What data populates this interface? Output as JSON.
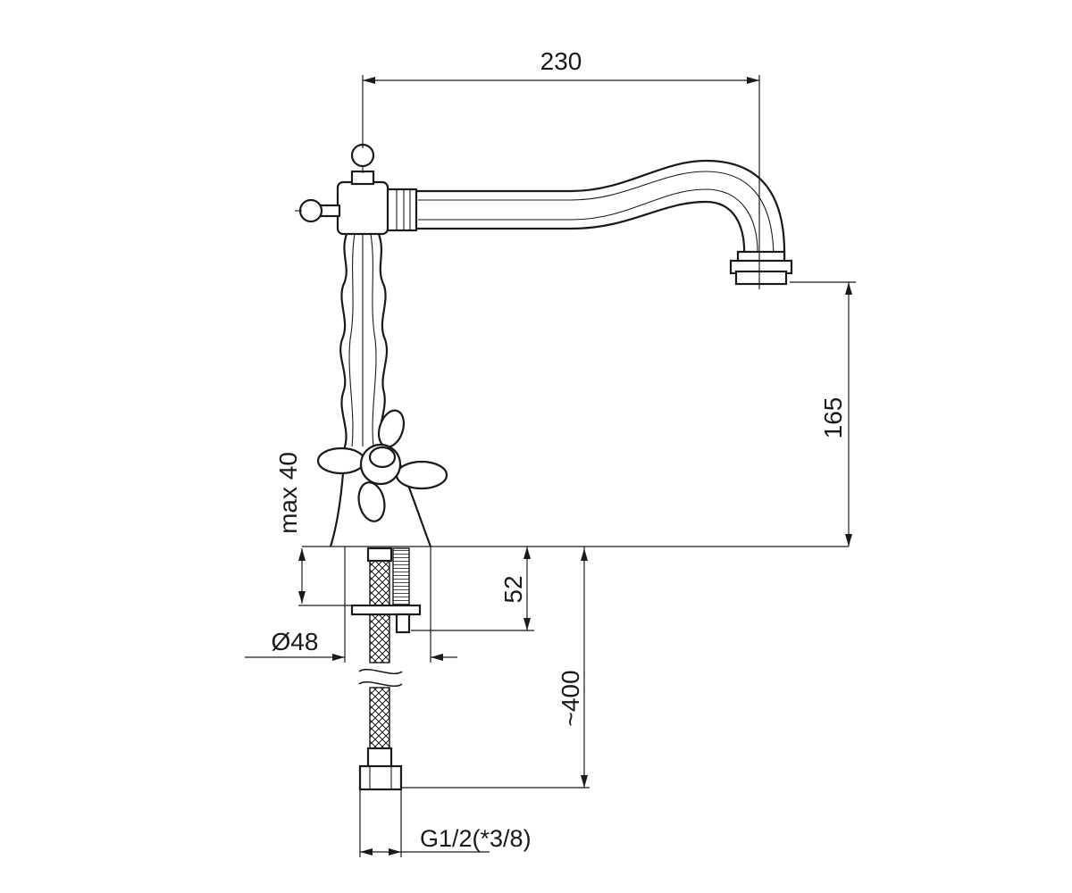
{
  "dimensions": {
    "spout_reach": "230",
    "spout_height": "165",
    "max_deck_thickness": "max 40",
    "shank_length": "52",
    "base_diameter": "Ø48",
    "hose_length": "~400",
    "connection_thread": "G1/2(*3/8)"
  },
  "colors": {
    "line": "#1a1a1a",
    "background": "#ffffff"
  }
}
